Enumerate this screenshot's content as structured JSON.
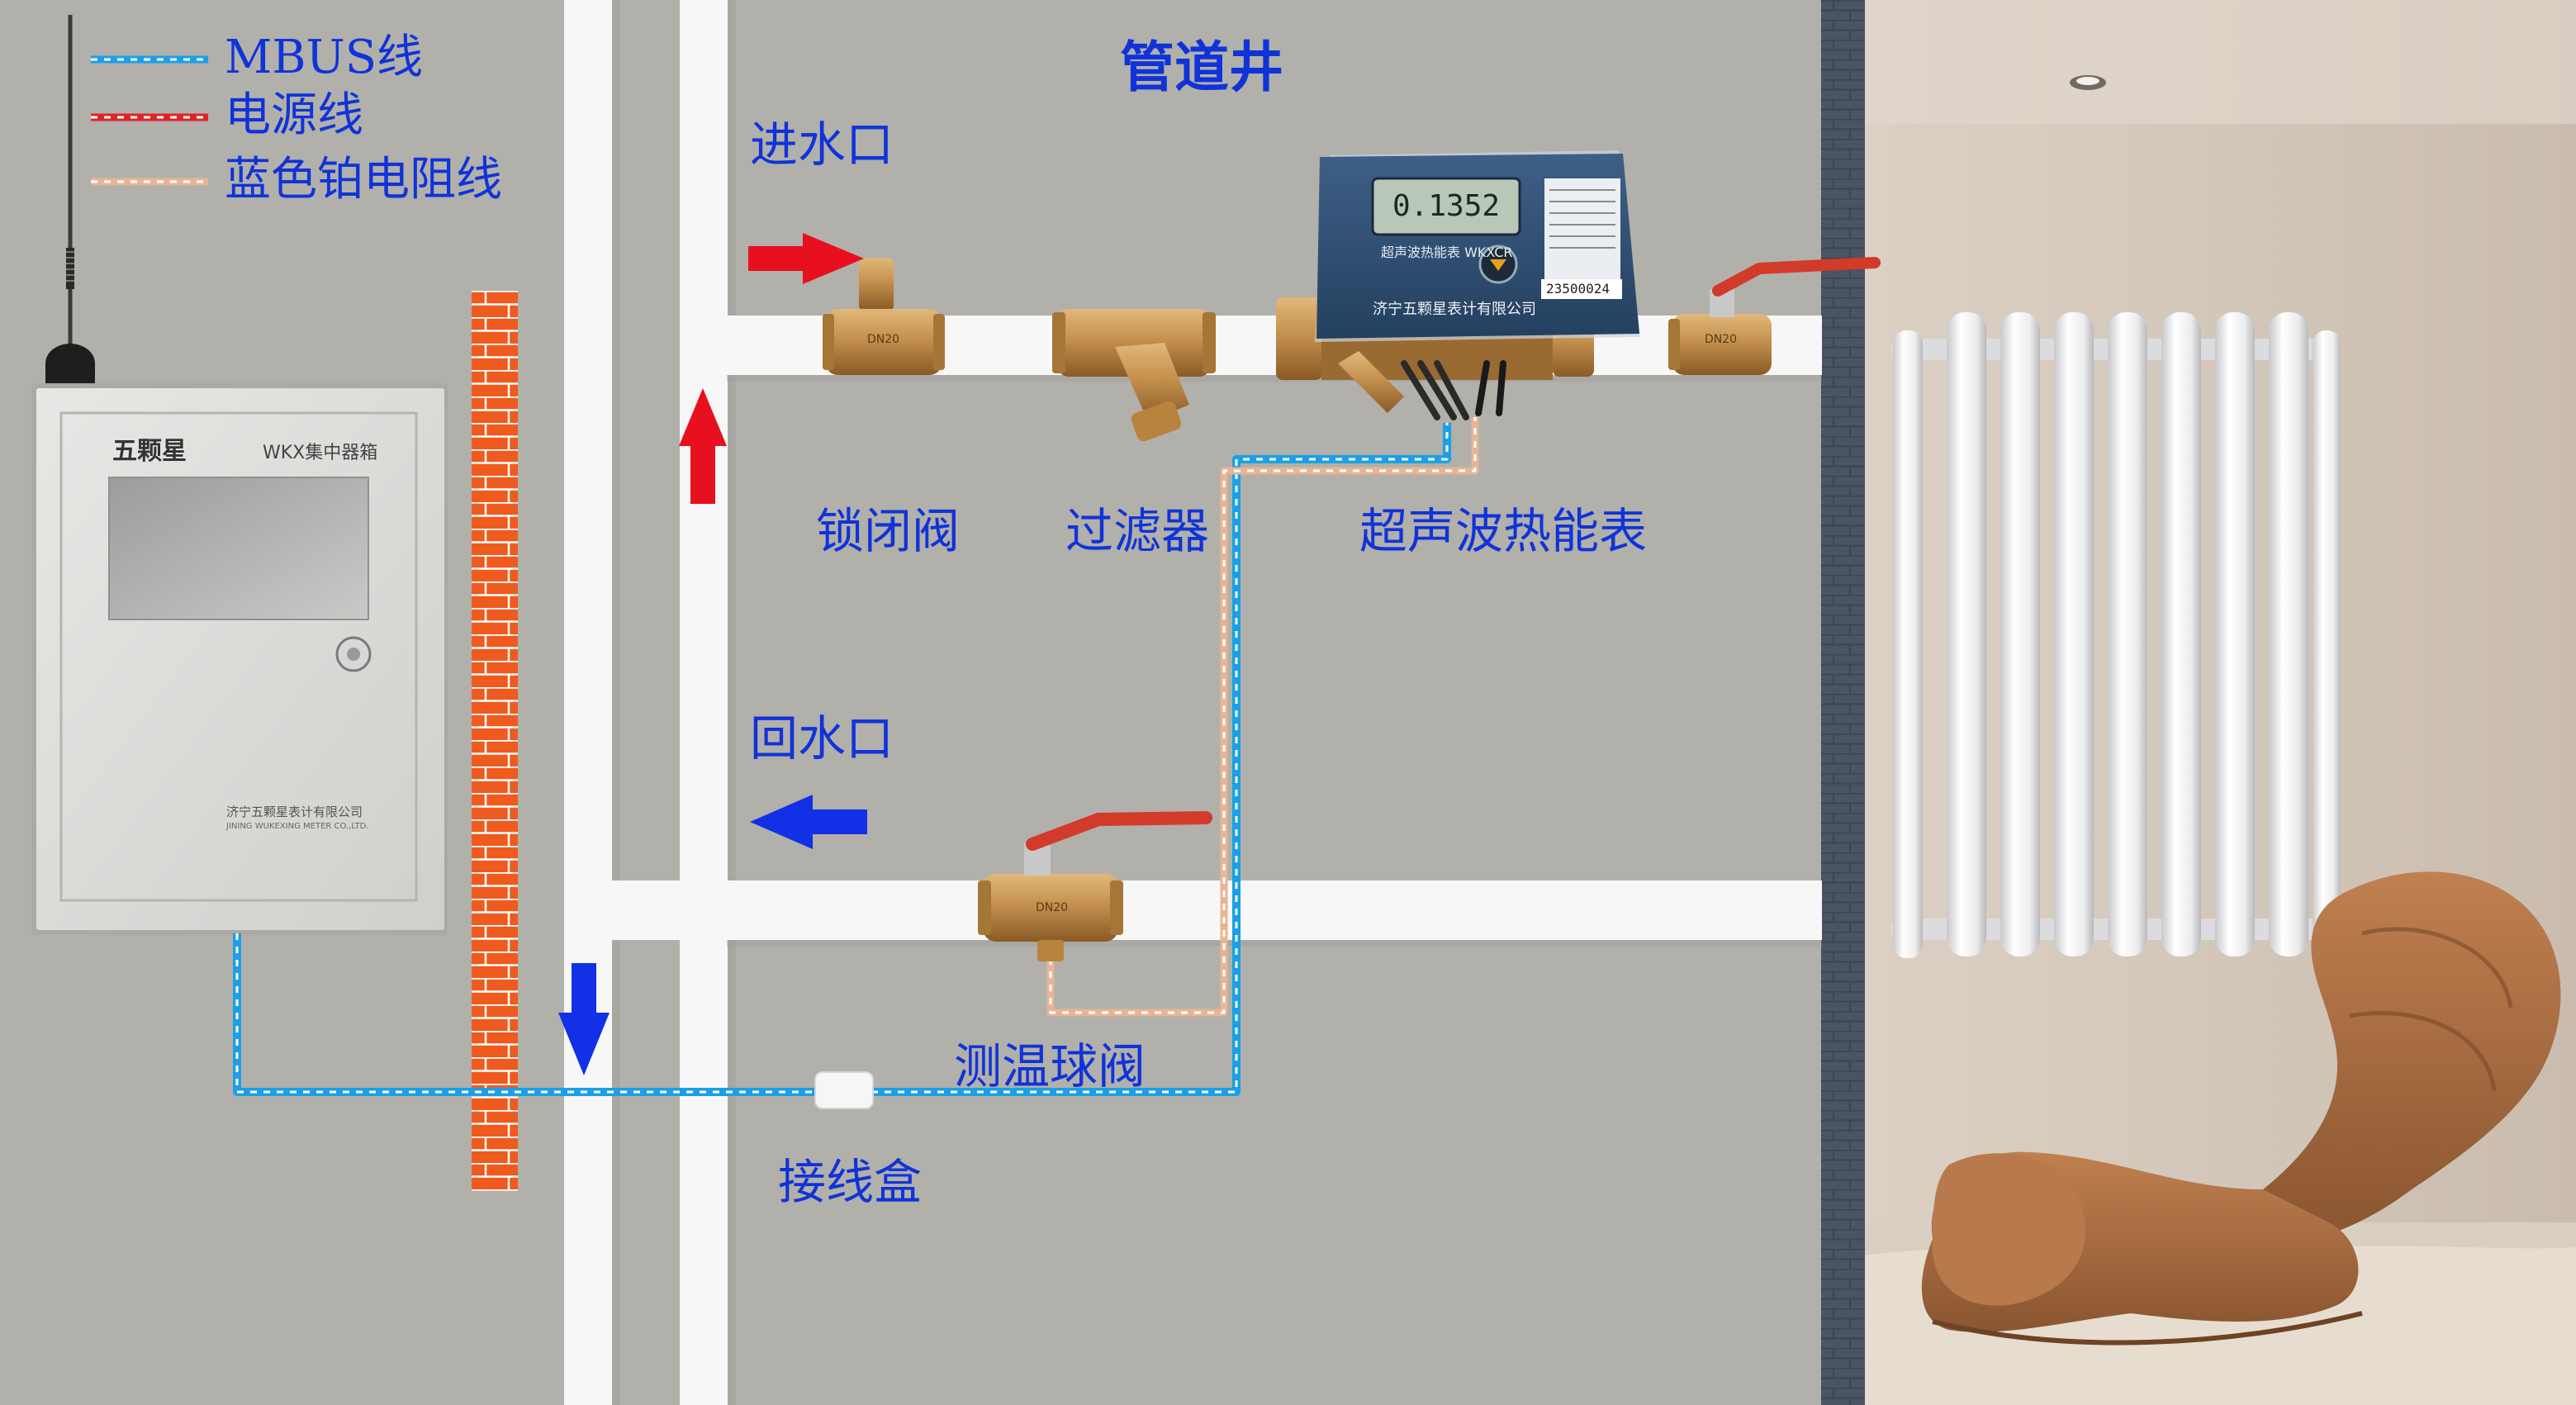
{
  "title": "管道井",
  "legend": [
    {
      "label": "MBUS线",
      "color": "#1aa0e8"
    },
    {
      "label": "电源线",
      "color": "#e02424"
    },
    {
      "label": "蓝色铂电阻线",
      "color": "#e8b594"
    }
  ],
  "labels": {
    "inlet": "进水口",
    "return": "回水口",
    "lock_valve": "锁闭阀",
    "filter": "过滤器",
    "heat_meter": "超声波热能表",
    "temp_valve": "测温球阀",
    "junction_box": "接线盒"
  },
  "concentrator": {
    "brand": "五颗星",
    "model": "WKX集中器箱",
    "company": "济宁五颗星表计有限公司",
    "company_en": "JINING WUKEXING METER CO.,LTD."
  },
  "meter": {
    "name": "超声波热能表 WKXCR",
    "company": "济宁五颗星表计有限公司",
    "serial": "23500024",
    "valve_mark": "DN20",
    "display": "0.1352"
  },
  "colors": {
    "wall": "#b1b0ab",
    "pipe": "#f7f7f7",
    "label_blue": "#1033d8",
    "inlet_arrow": "#e8101e",
    "return_arrow": "#1230e6",
    "brick": "#f25a1e"
  },
  "icons": [
    "antenna-icon",
    "inlet-arrow-icon",
    "return-arrow-icon",
    "down-arrow-icon",
    "radiator-icon",
    "lounge-chair-icon"
  ]
}
